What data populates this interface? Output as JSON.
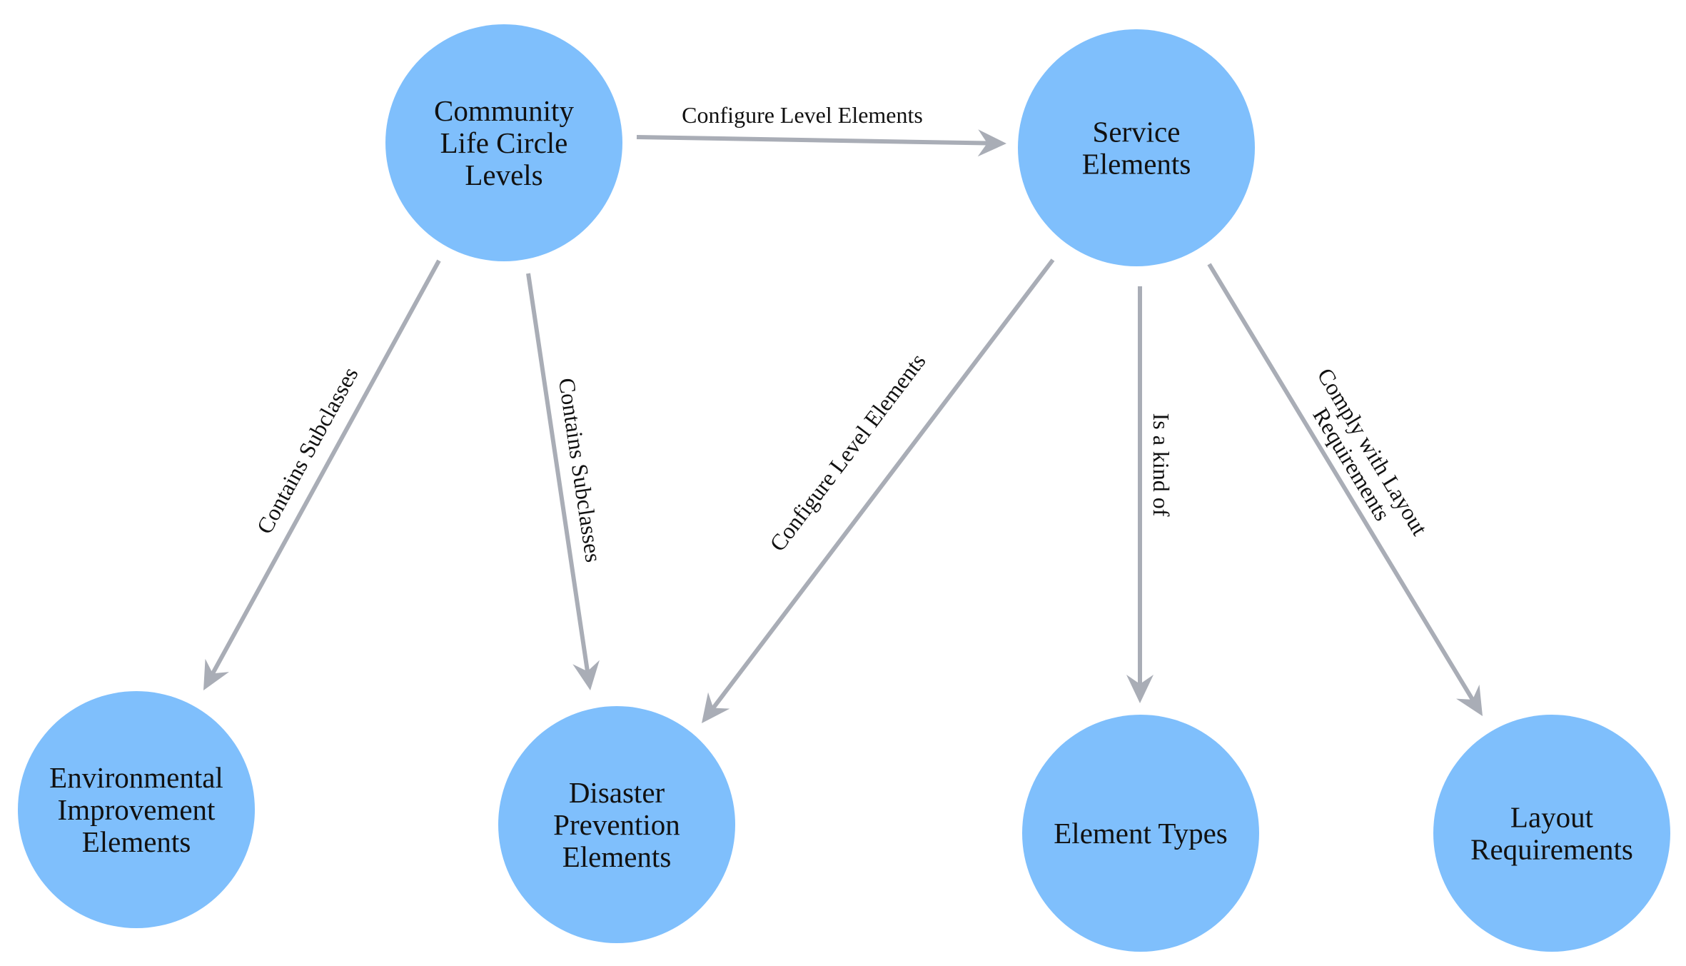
{
  "colors": {
    "node_fill": "#7fbffc",
    "edge": "#a9adb6",
    "text": "#111111",
    "background": "#ffffff"
  },
  "nodes": [
    {
      "id": "community",
      "lines": [
        "Community",
        "Life Circle",
        "Levels"
      ]
    },
    {
      "id": "service",
      "lines": [
        "Service",
        "Elements"
      ]
    },
    {
      "id": "environmental",
      "lines": [
        "Environmental",
        "Improvement",
        "Elements"
      ]
    },
    {
      "id": "disaster",
      "lines": [
        "Disaster",
        "Prevention",
        "Elements"
      ]
    },
    {
      "id": "types",
      "lines": [
        "Element Types"
      ]
    },
    {
      "id": "layout",
      "lines": [
        "Layout",
        "Requirements"
      ]
    }
  ],
  "edges": [
    {
      "from": "community",
      "to": "service",
      "label": [
        "Configure Level Elements"
      ]
    },
    {
      "from": "community",
      "to": "environmental",
      "label": [
        "Contains Subclasses"
      ]
    },
    {
      "from": "community",
      "to": "disaster",
      "label": [
        "Contains Subclasses"
      ]
    },
    {
      "from": "service",
      "to": "disaster",
      "label": [
        "Configure Level Elements"
      ]
    },
    {
      "from": "service",
      "to": "types",
      "label": [
        "Is a kind of"
      ]
    },
    {
      "from": "service",
      "to": "layout",
      "label": [
        "Comply with Layout",
        "Requirements"
      ]
    }
  ]
}
